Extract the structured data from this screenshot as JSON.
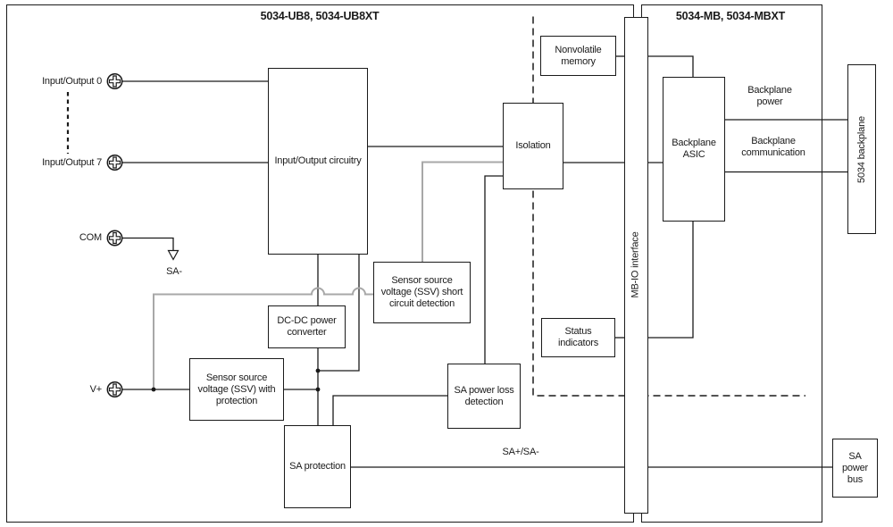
{
  "diagram": {
    "left_module_title": "5034-UB8, 5034-UB8XT",
    "right_module_title": "5034-MB, 5034-MBXT",
    "terminals": {
      "io0": "Input/Output 0",
      "io7": "Input/Output 7",
      "com": "COM",
      "vplus": "V+"
    },
    "blocks": {
      "io_circuitry": "Input/Output circuitry",
      "isolation": "Isolation",
      "nonvolatile_memory": "Nonvolatile memory",
      "mb_io_interface": "MB-IO interface",
      "backplane_asic": "Backplane ASIC",
      "status_indicators": "Status indicators",
      "ssv_short_circuit": "Sensor source voltage (SSV) short circuit detection",
      "dc_dc_converter": "DC-DC power converter",
      "ssv_with_protection": "Sensor source voltage (SSV) with protection",
      "sa_power_loss": "SA power loss detection",
      "sa_protection": "SA protection",
      "backplane_5034": "5034 backplane",
      "sa_power_bus": "SA power bus"
    },
    "wire_labels": {
      "sa_minus": "SA-",
      "sa_plus_minus": "SA+/SA-",
      "backplane_power": "Backplane power",
      "backplane_communication": "Backplane communication"
    },
    "icons": {
      "screw_terminal": "screw-terminal-icon",
      "sa_minus_arrow": "open-arrow-down-icon"
    },
    "colors": {
      "line": "#1a1a1a",
      "gray_line": "#a8a8a8",
      "background": "#ffffff"
    }
  }
}
